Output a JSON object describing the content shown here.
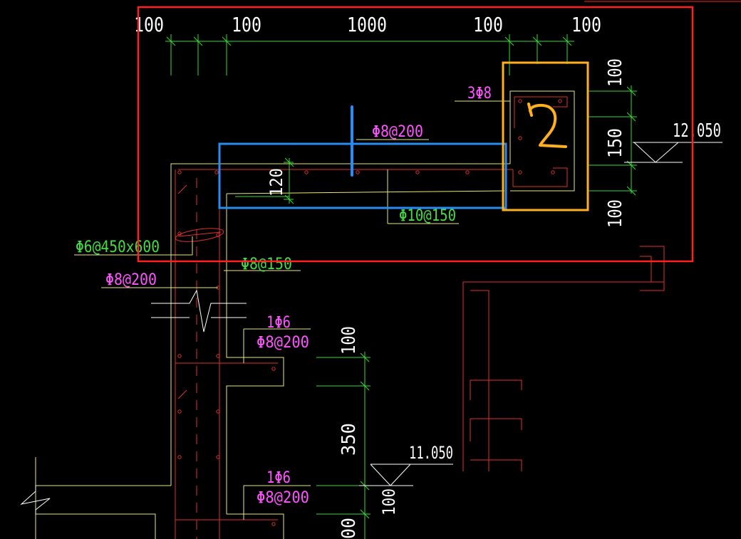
{
  "drawing": {
    "top_dimensions": [
      "100",
      "100",
      "1000",
      "100",
      "100"
    ],
    "right_dimensions_top": [
      "100",
      "150",
      "100"
    ],
    "elevation_upper": "12.050",
    "elevation_lower": "11.050",
    "rebar_labels": {
      "top_corner": "3Φ8",
      "slab_top": "Φ8@200",
      "slab_bottom": "Φ10@150",
      "tie": "Φ6@450x600",
      "wall_h": "Φ8@200",
      "wall_v": "Φ8@150",
      "ledge1_a": "1Φ6",
      "ledge1_b": "Φ8@200",
      "ledge2_a": "1Φ6",
      "ledge2_b": "Φ8@200"
    },
    "slab_thickness": "120",
    "right_dimensions_lower": [
      "100",
      "350",
      "100",
      "00"
    ]
  },
  "colors": {
    "background": "#000000",
    "concrete_outline": "#e8e87a",
    "rebar_line": "#e03030",
    "dim_line": "#33dd33",
    "highlight_red": "#ff2020",
    "highlight_blue": "#2a8cf0",
    "highlight_orange": "#ffb020"
  }
}
